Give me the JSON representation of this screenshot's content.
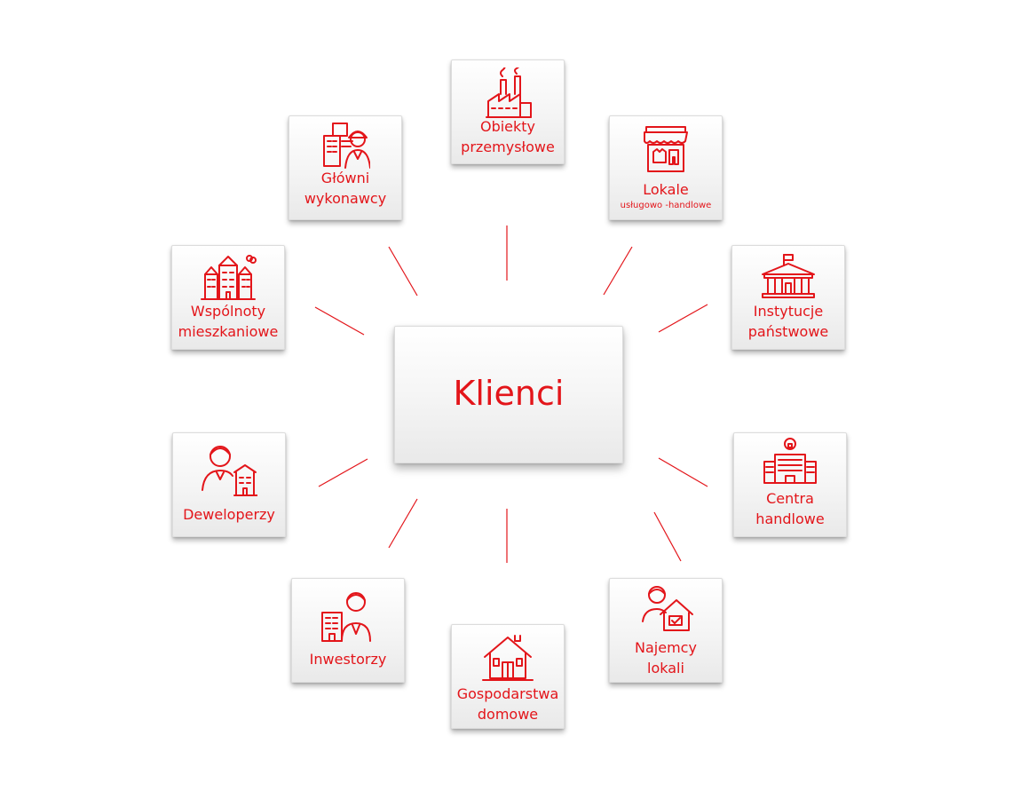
{
  "center": {
    "title": "Klienci"
  },
  "colors": {
    "accent": "#e3151a",
    "line": "#e3151a"
  },
  "clients": [
    {
      "key": "obiekty",
      "icon": "factory-icon",
      "lines": [
        "Obiekty",
        "przemysłowe"
      ],
      "small": ""
    },
    {
      "key": "lokale",
      "icon": "storefront-icon",
      "lines": [
        "Lokale"
      ],
      "small": "usługowo -handlowe"
    },
    {
      "key": "instytucje",
      "icon": "government-building-icon",
      "lines": [
        "Instytucje",
        "państwowe"
      ],
      "small": ""
    },
    {
      "key": "centra",
      "icon": "shopping-mall-icon",
      "lines": [
        "Centra",
        "handlowe"
      ],
      "small": ""
    },
    {
      "key": "najemcy",
      "icon": "tenant-house-icon",
      "lines": [
        "Najemcy",
        "lokali"
      ],
      "small": ""
    },
    {
      "key": "gospodarstwa",
      "icon": "house-icon",
      "lines": [
        "Gospodarstwa",
        "domowe"
      ],
      "small": ""
    },
    {
      "key": "inwestorzy",
      "icon": "investor-icon",
      "lines": [
        "Inwestorzy"
      ],
      "small": ""
    },
    {
      "key": "deweloperzy",
      "icon": "developer-icon",
      "lines": [
        "Deweloperzy"
      ],
      "small": ""
    },
    {
      "key": "wspolnoty",
      "icon": "apartment-blocks-icon",
      "lines": [
        "Wspólnoty",
        "mieszkaniowe"
      ],
      "small": ""
    },
    {
      "key": "glowni",
      "icon": "contractor-icon",
      "lines": [
        "Główni",
        "wykonawcy"
      ],
      "small": ""
    }
  ]
}
